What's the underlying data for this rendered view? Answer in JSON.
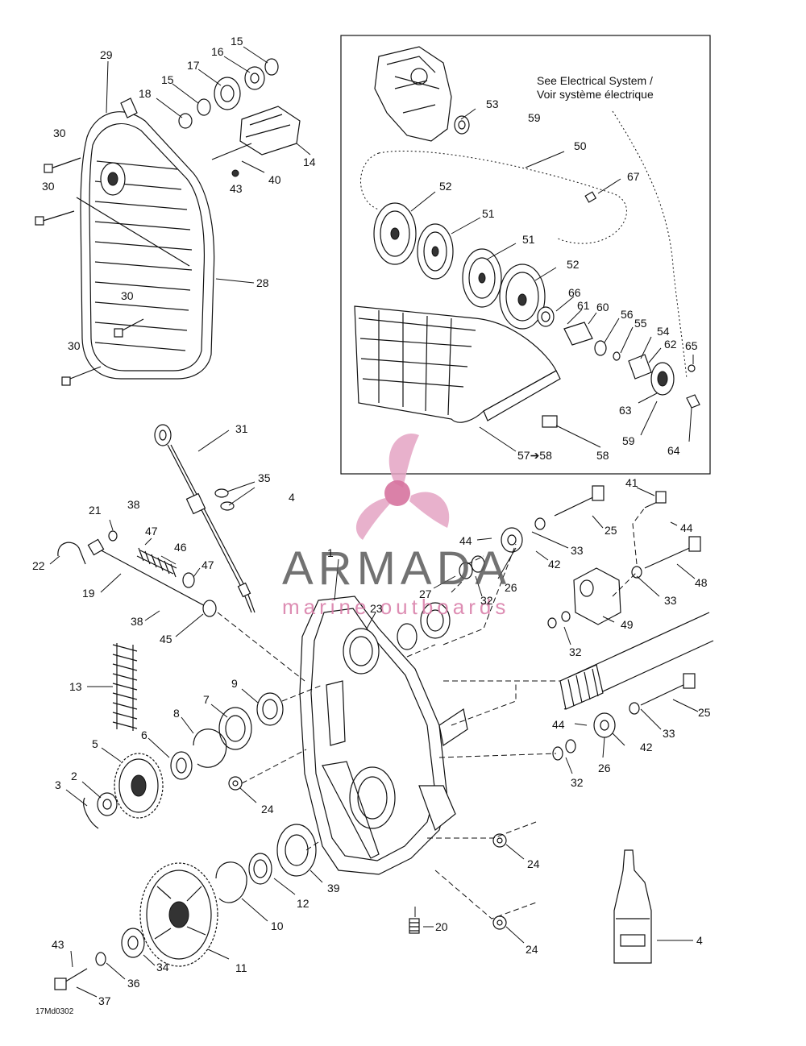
{
  "inset_note": {
    "line1": "See Electrical System /",
    "line2": "Voir système électrique"
  },
  "figure_code": "17Md0302",
  "watermark": {
    "word": "ARMADA",
    "sub": "marine outboards",
    "colors": {
      "logo": "#e4a3c3",
      "text": "#5a5a5a",
      "sub": "#d87aa6"
    }
  },
  "callouts": [
    "15",
    "16",
    "17",
    "15",
    "18",
    "29",
    "14",
    "40",
    "43",
    "30",
    "30",
    "28",
    "30",
    "30",
    "53",
    "59",
    "50",
    "67",
    "52",
    "51",
    "51",
    "52",
    "66",
    "61",
    "60",
    "56",
    "55",
    "54",
    "62",
    "65",
    "63",
    "59",
    "64",
    "57➔58",
    "58",
    "31",
    "35",
    "4",
    "21",
    "38",
    "47",
    "46",
    "47",
    "22",
    "19",
    "38",
    "45",
    "41",
    "44",
    "25",
    "44",
    "33",
    "42",
    "48",
    "26",
    "27",
    "32",
    "33",
    "1",
    "23",
    "49",
    "32",
    "13",
    "9",
    "7",
    "8",
    "6",
    "5",
    "2",
    "3",
    "24",
    "25",
    "44",
    "33",
    "42",
    "26",
    "32",
    "24",
    "12",
    "39",
    "10",
    "11",
    "20",
    "24",
    "4",
    "43",
    "34",
    "36",
    "37"
  ]
}
